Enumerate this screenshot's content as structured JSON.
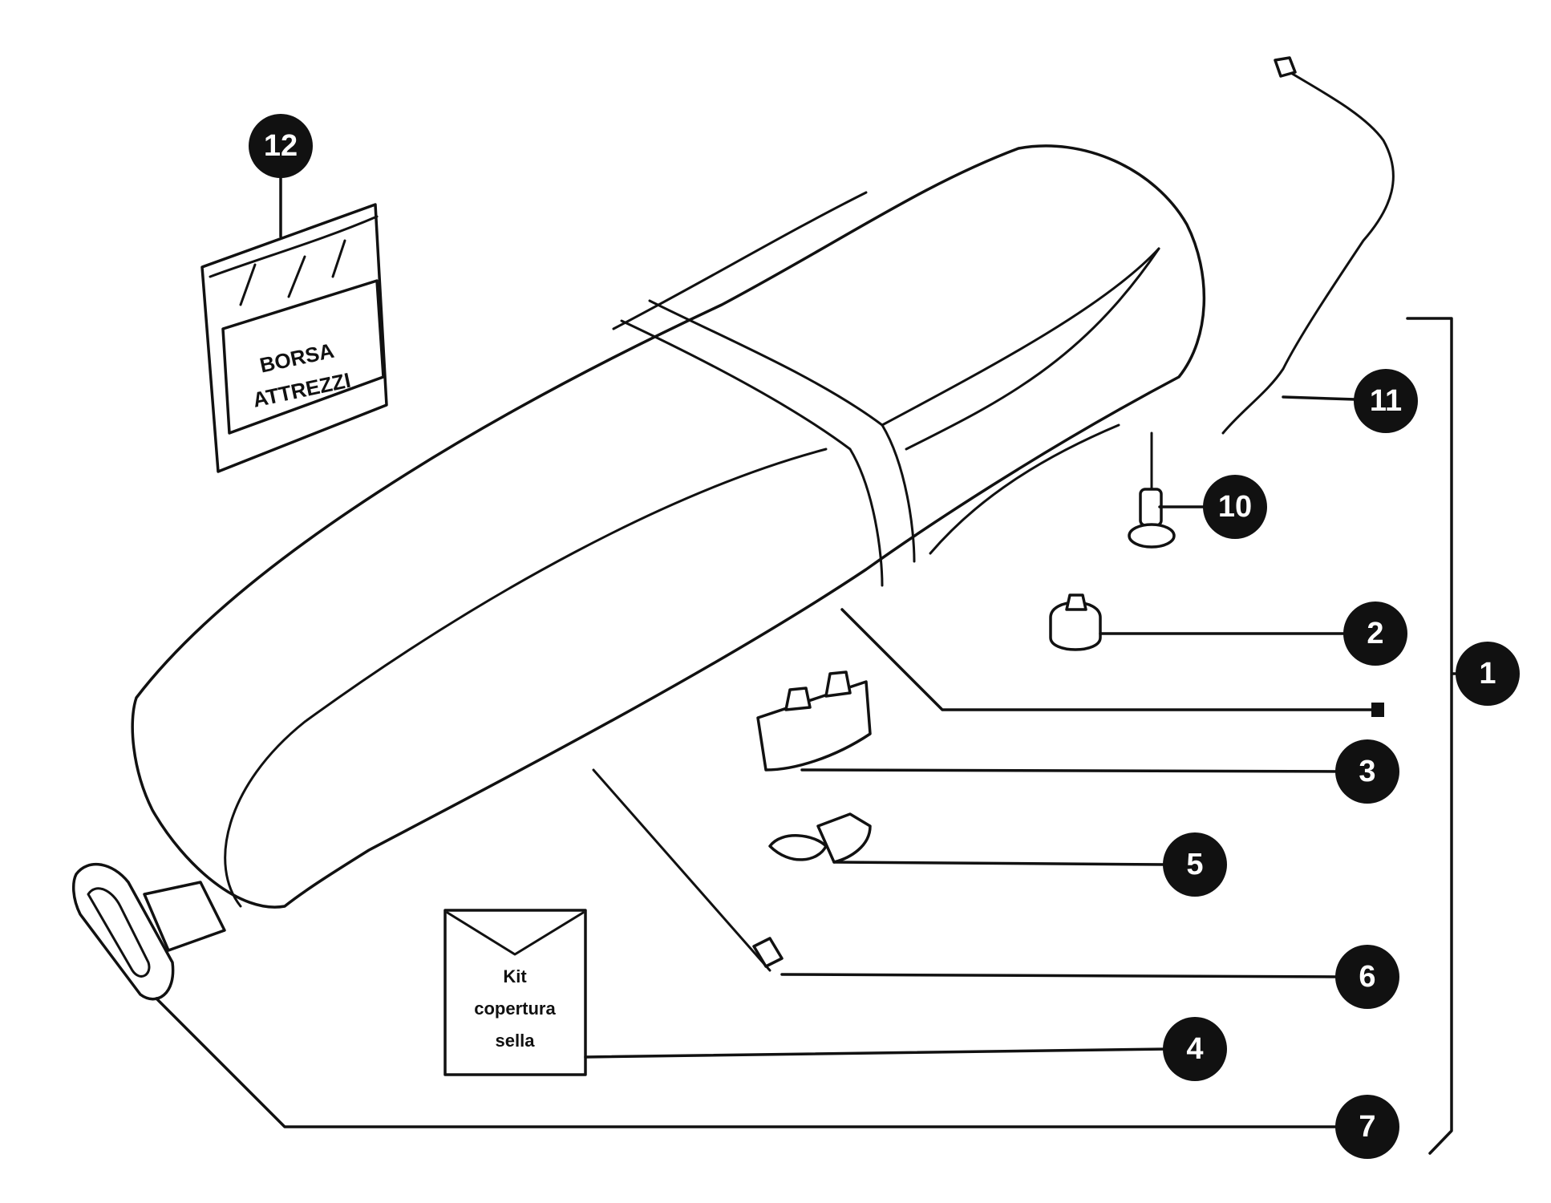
{
  "callouts": {
    "c1": "1",
    "c2": "2",
    "c3": "3",
    "c4": "4",
    "c5": "5",
    "c6": "6",
    "c7": "7",
    "c10": "10",
    "c11": "11",
    "c12": "12"
  },
  "tool_bag": {
    "line1": "BORSA",
    "line2": "ATTREZZI"
  },
  "envelope": {
    "line1": "Kit",
    "line2": "copertura",
    "line3": "sella"
  },
  "colors": {
    "ink": "#111111",
    "paper": "#ffffff"
  }
}
